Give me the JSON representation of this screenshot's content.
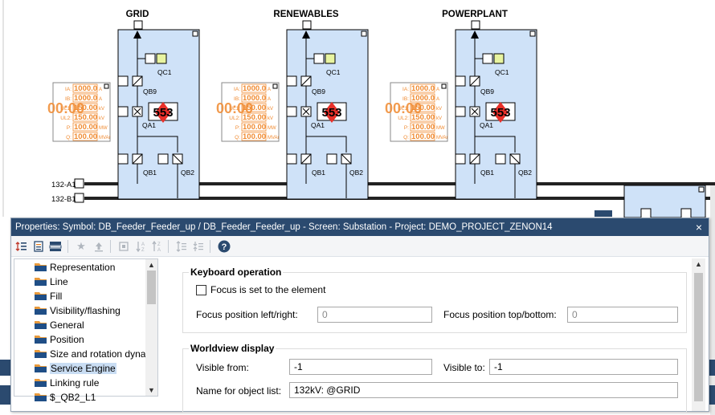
{
  "feeders": [
    {
      "title": "GRID"
    },
    {
      "title": "RENEWABLES"
    },
    {
      "title": "POWERPLANT"
    }
  ],
  "feeder_labels": {
    "qc1": "QC1",
    "qb9": "QB9",
    "qa1": "QA1",
    "qb1": "QB1",
    "qb2": "QB2",
    "counter": "553"
  },
  "measure_box": {
    "rows": [
      {
        "name": "IA:",
        "value": "1000.0",
        "unit": "A"
      },
      {
        "name": "IB:",
        "value": "1000.0",
        "unit": "A"
      },
      {
        "name": "UL1:",
        "value": "150.00",
        "unit": "kV"
      },
      {
        "name": "UL2:",
        "value": "150.00",
        "unit": "kV"
      },
      {
        "name": "P:",
        "value": "100.00",
        "unit": "MW"
      },
      {
        "name": "Q:",
        "value": "100.00",
        "unit": "MVAr"
      }
    ],
    "time": "00:00"
  },
  "busbars": [
    {
      "label": "132-A1"
    },
    {
      "label": "132-B1"
    }
  ],
  "properties": {
    "title": "Properties: Symbol: DB_Feeder_Feeder_up / DB_Feeder_Feeder_up - Screen: Substation - Project: DEMO_PROJECT_ZENON14",
    "close": "×",
    "help": "?",
    "tree": [
      {
        "label": "Representation"
      },
      {
        "label": "Line"
      },
      {
        "label": "Fill"
      },
      {
        "label": "Visibility/flashing"
      },
      {
        "label": "General"
      },
      {
        "label": "Position"
      },
      {
        "label": "Size and rotation dyna"
      },
      {
        "label": "Service Engine",
        "selected": true
      },
      {
        "label": "Linking rule"
      },
      {
        "label": "$_QB2_L1"
      }
    ],
    "keyboard": {
      "title": "Keyboard operation",
      "focus_label": "Focus is set to the element",
      "focus_lr_label": "Focus position left/right:",
      "focus_lr_value": "0",
      "focus_tb_label": "Focus position top/bottom:",
      "focus_tb_value": "0"
    },
    "worldview": {
      "title": "Worldview display",
      "visible_from_label": "Visible from:",
      "visible_from_value": "-1",
      "visible_to_label": "Visible to:",
      "visible_to_value": "-1",
      "object_list_label": "Name for object list:",
      "object_list_value": "132kV: @GRID"
    }
  },
  "colors": {
    "feeder_fill": "#cfe2f8",
    "measure_text": "#f08a30",
    "counter_fill": "#e8302a",
    "title_bar": "#2b4a6f",
    "tree_selected": "#c9ddf3"
  }
}
